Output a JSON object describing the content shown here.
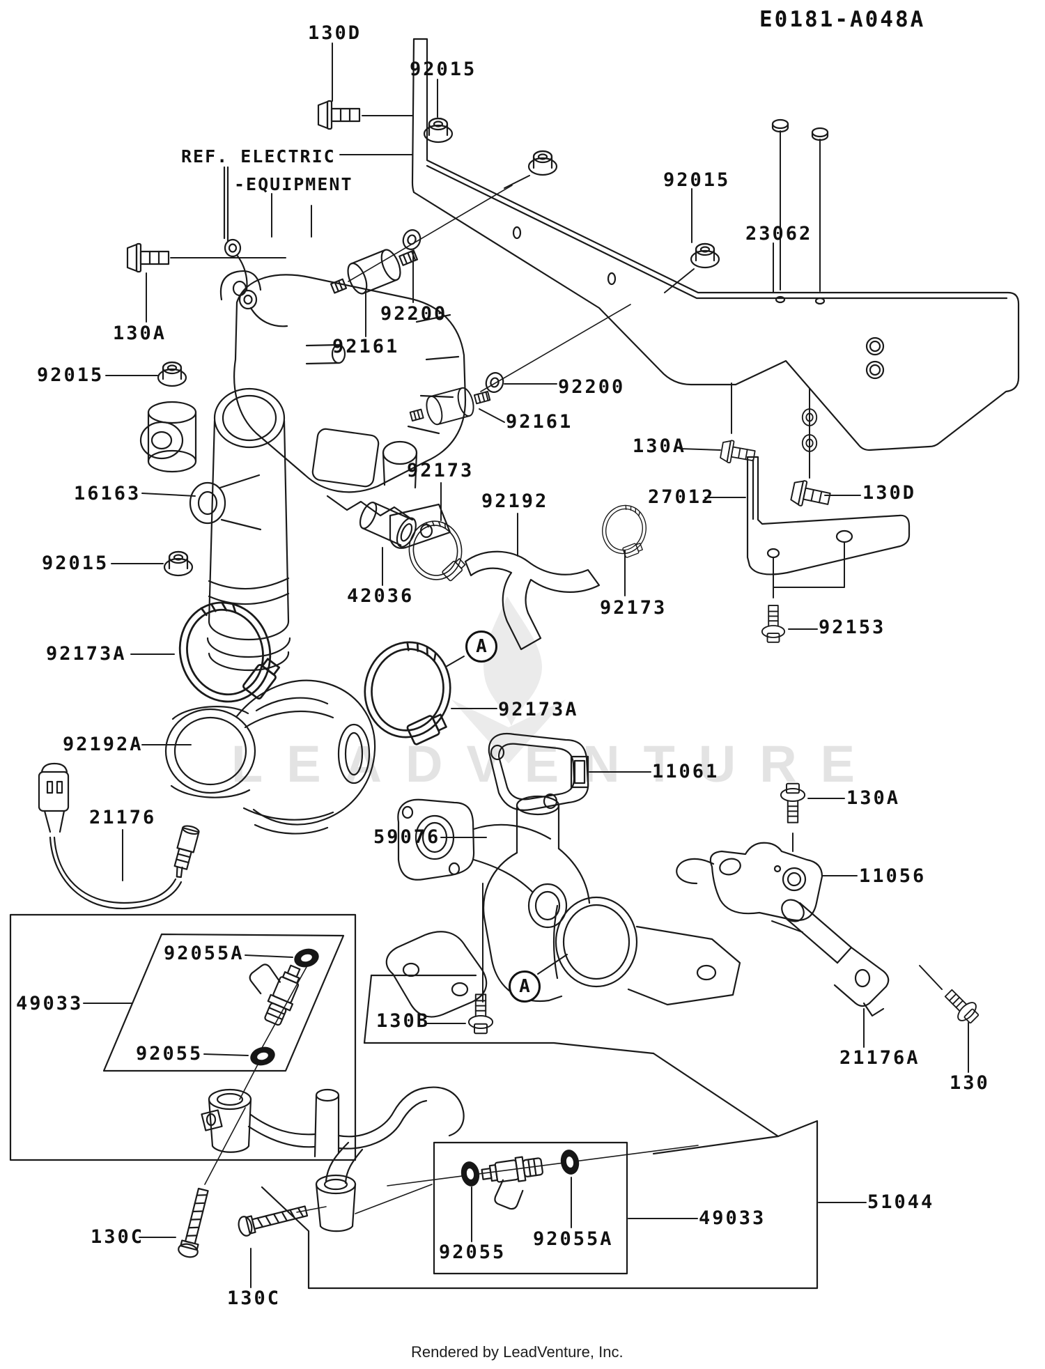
{
  "title": {
    "code": "E0181-A048A"
  },
  "notes": {
    "ref_line1": "REF. ELECTRIC",
    "ref_line2": "-EQUIPMENT"
  },
  "watermark": {
    "text": "LEADVENTURE"
  },
  "footer": {
    "credit": "Rendered by LeadVenture, Inc."
  },
  "detail_markers": {
    "a1": "A",
    "a2": "A"
  },
  "callouts": {
    "bolt_130d_top": "130D",
    "nut_92015_top_left": "92015",
    "nut_92015_top_right": "92015",
    "bracket_23062": "23062",
    "bolt_130a_left": "130A",
    "washer_92200_upper": "92200",
    "damper_92161_upper": "92161",
    "nut_92015_left_upper": "92015",
    "washer_92200_lower": "92200",
    "damper_92161_lower": "92161",
    "holder_16163": "16163",
    "nut_92015_left_lower": "92015",
    "clamp_92173_center": "92173",
    "hose_92192": "92192",
    "bracket_27012": "27012",
    "bolt_130a_right": "130A",
    "bolt_130d_right": "130D",
    "pipe_42036": "42036",
    "clamp_92173_right": "92173",
    "bolt_92153": "92153",
    "clamp_92173a_left": "92173A",
    "clamp_92173a_right": "92173A",
    "duct_92192a": "92192A",
    "gasket_11061": "11061",
    "sensor_21176": "21176",
    "manifold_59076": "59076",
    "bolt_130a_bottom": "130A",
    "bracket_11056": "11056",
    "oring_92055a_box1": "92055A",
    "kit_49033_box1": "49033",
    "oring_92055_box1": "92055",
    "bolt_130b": "130B",
    "sensor_21176a": "21176A",
    "bolt_130": "130",
    "bolt_130c_left": "130C",
    "bolt_130c_bottom": "130C",
    "oring_92055_box2": "92055",
    "oring_92055a_box2": "92055A",
    "kit_49033_box2": "49033",
    "pipe_51044": "51044"
  }
}
